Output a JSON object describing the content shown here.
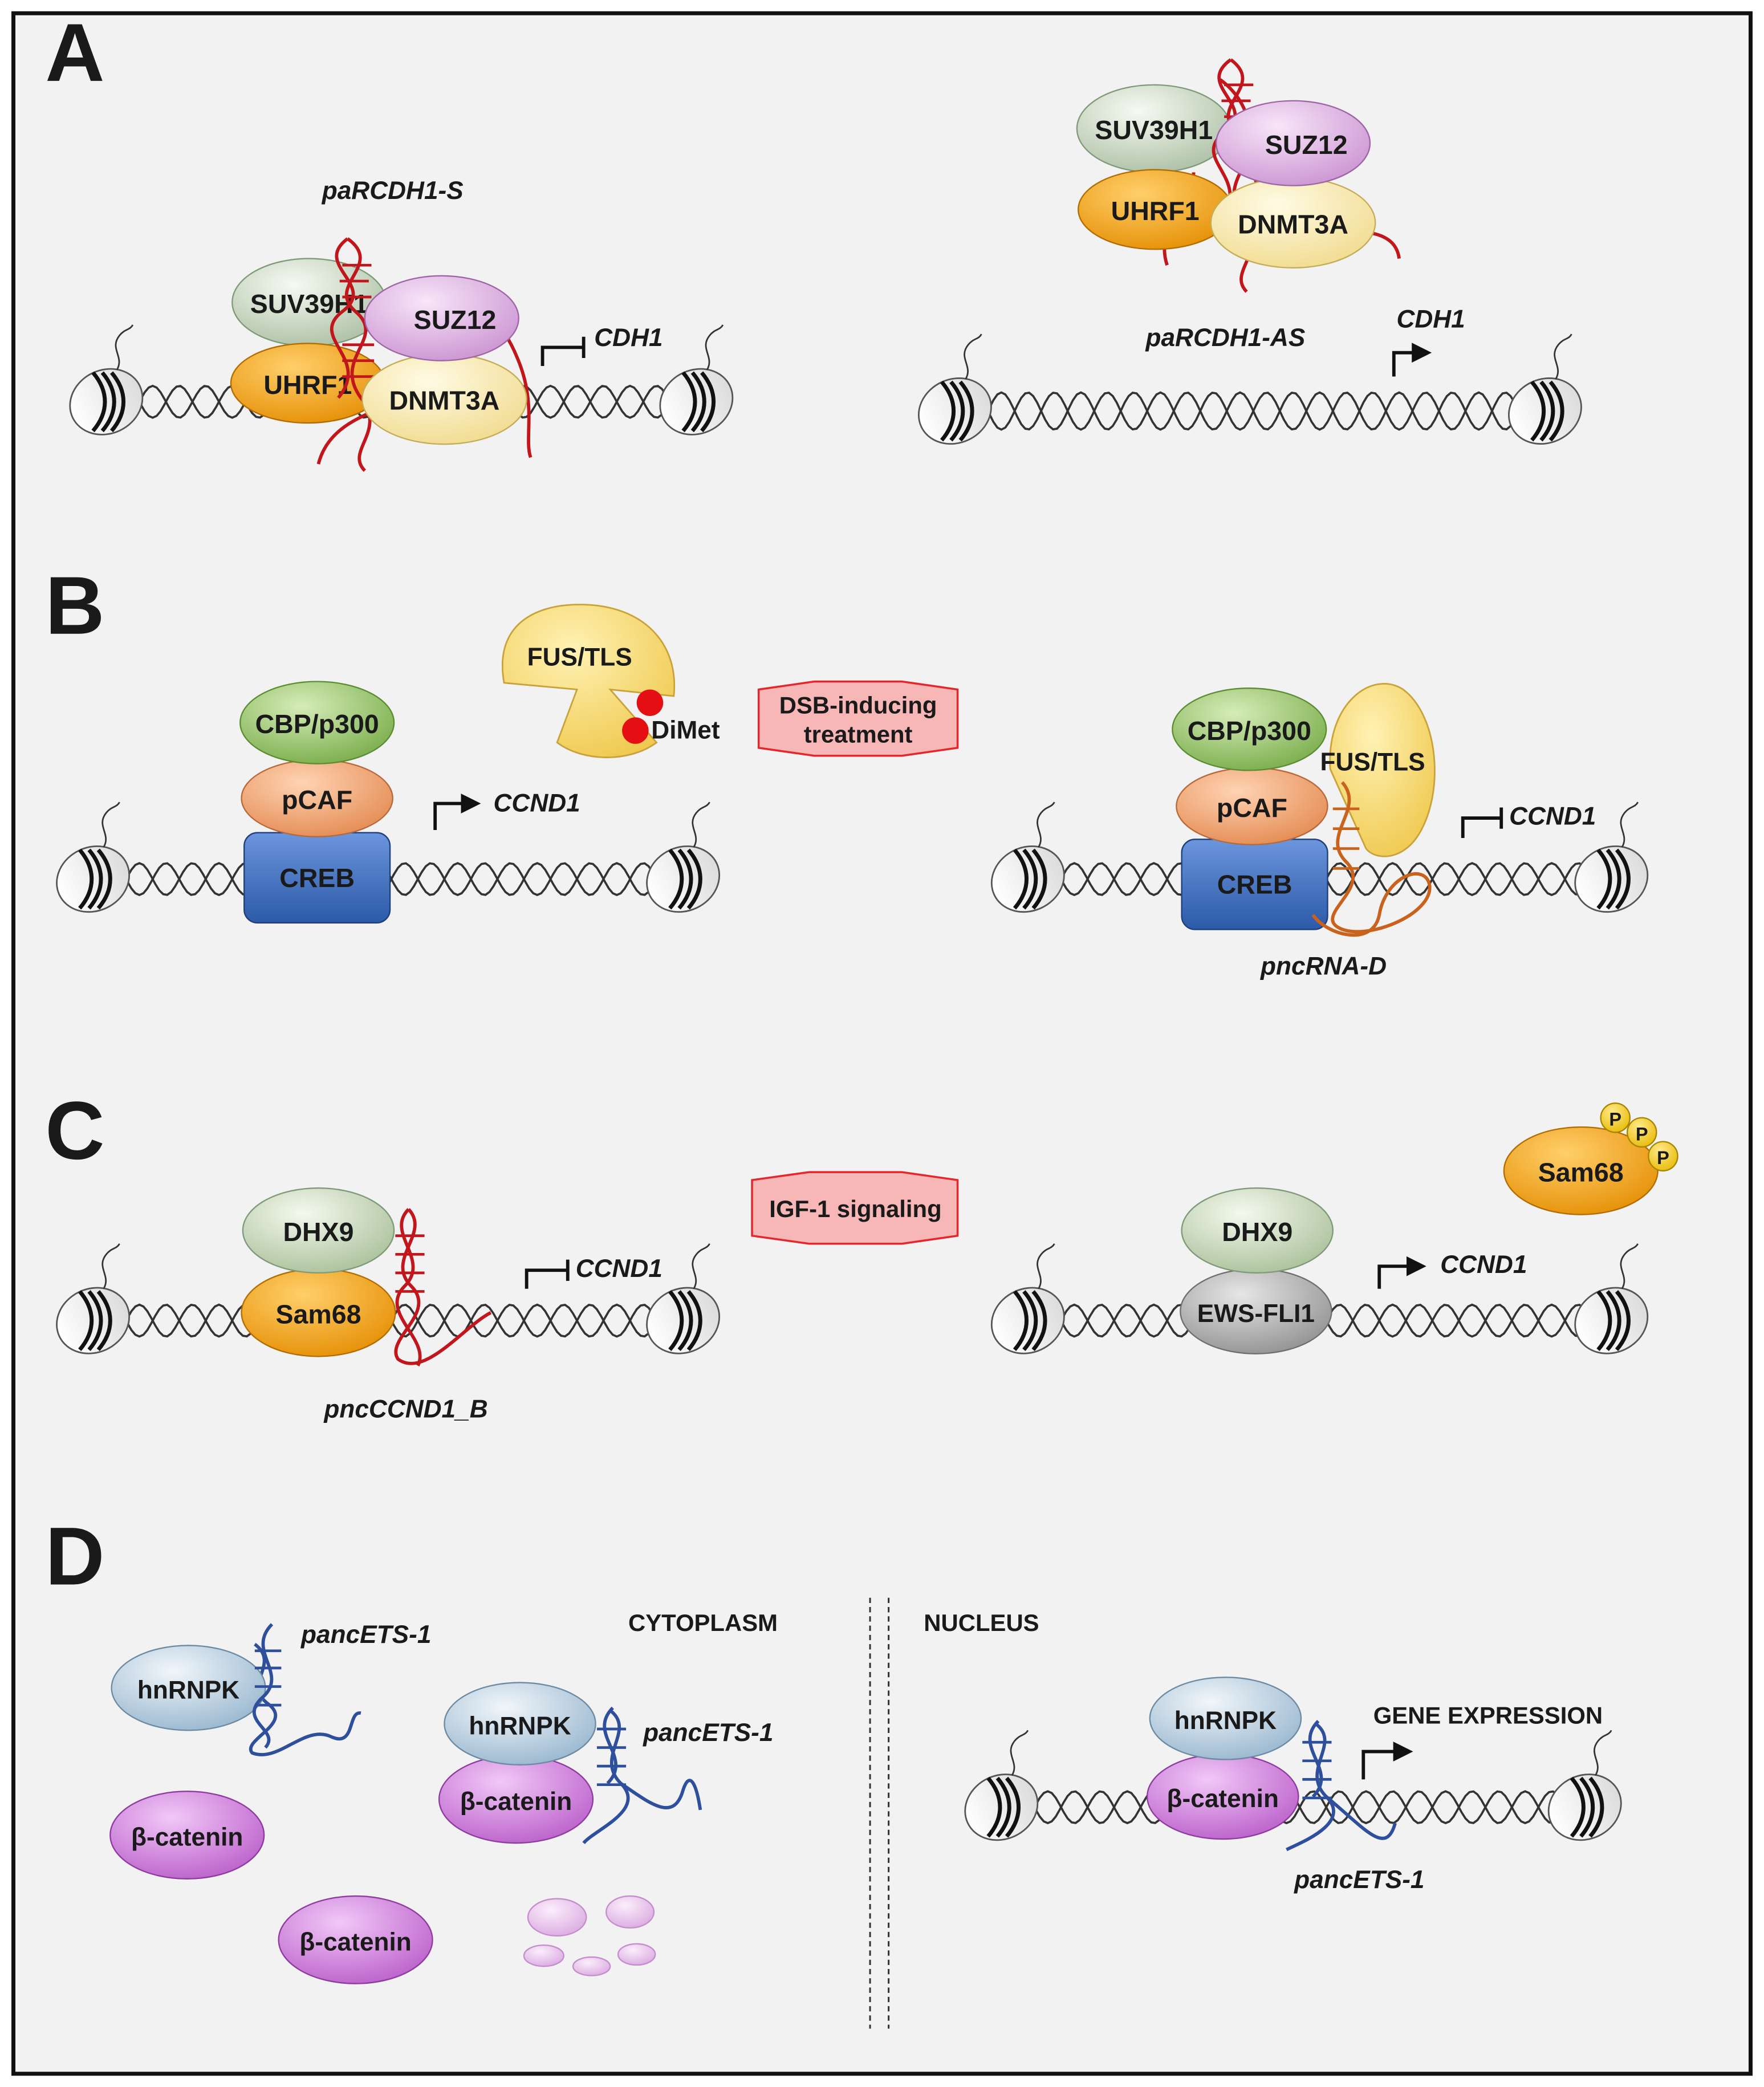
{
  "panels": {
    "A": {
      "letter": "A",
      "left": {
        "rna": "paRCDH1-S",
        "proteins": {
          "suv": "SUV39H1",
          "suz": "SUZ12",
          "uhrf": "UHRF1",
          "dnmt": "DNMT3A"
        },
        "gene": "CDH1",
        "promoter_state": "repressed"
      },
      "right": {
        "rna": "paRCDH1-AS",
        "proteins": {
          "suv": "SUV39H1",
          "suz": "SUZ12",
          "uhrf": "UHRF1",
          "dnmt": "DNMT3A"
        },
        "gene": "CDH1",
        "promoter_state": "active"
      }
    },
    "B": {
      "letter": "B",
      "left": {
        "proteins": {
          "cbp": "CBP/p300",
          "pcaf": "pCAF",
          "creb": "CREB"
        },
        "fus": "FUS/TLS",
        "dimet": "DiMet",
        "gene": "CCND1",
        "promoter_state": "active"
      },
      "treatment": "DSB-inducing treatment",
      "right": {
        "proteins": {
          "cbp": "CBP/p300",
          "fus": "FUS/TLS",
          "pcaf": "pCAF",
          "creb": "CREB"
        },
        "gene": "CCND1",
        "rna": "pncRNA-D",
        "promoter_state": "repressed"
      }
    },
    "C": {
      "letter": "C",
      "left": {
        "proteins": {
          "dhx9": "DHX9",
          "sam68": "Sam68"
        },
        "gene": "CCND1",
        "rna": "pncCCND1_B",
        "promoter_state": "repressed"
      },
      "treatment": "IGF-1 signaling",
      "right": {
        "proteins": {
          "dhx9": "DHX9",
          "ews": "EWS-FLI1"
        },
        "free_sam68": "Sam68",
        "phospho": [
          "P",
          "P",
          "P"
        ],
        "gene": "CCND1",
        "promoter_state": "active"
      }
    },
    "D": {
      "letter": "D",
      "cytoplasm_label": "CYTOPLASM",
      "nucleus_label": "NUCLEUS",
      "free_complex": {
        "hnrnpk": "hnRNPK",
        "rna": "pancETS-1"
      },
      "free_beta1": "β-catenin",
      "free_beta2": "β-catenin",
      "bound_complex": {
        "hnrnpk": "hnRNPK",
        "beta": "β-catenin",
        "rna": "pancETS-1"
      },
      "nuclear_complex": {
        "hnrnpk": "hnRNPK",
        "beta": "β-catenin",
        "rna": "pancETS-1"
      },
      "gene_expression": "GENE EXPRESSION"
    }
  },
  "colors": {
    "background": "#f2f2f2",
    "border": "#111111",
    "rna_red": "#c0161c",
    "rna_orange": "#c8621c",
    "rna_blue": "#2e4f9c",
    "suv_green_gray": "#b6c7ad",
    "suz_pink": "#d7a8dc",
    "uhrf_orange": "#f5a016",
    "dnmt_cream": "#f7e7a8",
    "cbp_green": "#8cbe5a",
    "pcaf_salmon": "#f0a16c",
    "creb_blue": "#3d6fc3",
    "fus_yellow": "#f6d66c",
    "dimet_red": "#e50f13",
    "dhx9_green": "#b9cdaa",
    "sam68_orange": "#f5a016",
    "ews_gray": "#a6a6a6",
    "hnrnpk_blue": "#a9c4d8",
    "beta_purple": "#c879d8",
    "treatment_fill": "#f7b7b7",
    "treatment_stroke": "#e5262b"
  }
}
